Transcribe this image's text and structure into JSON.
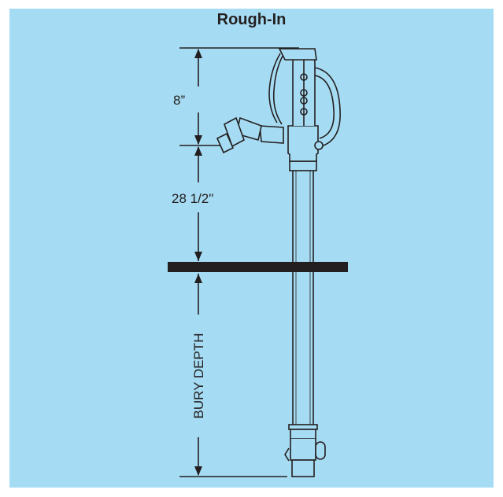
{
  "title": "Rough-In",
  "dimensions": {
    "top_height": "8”",
    "mid_height": "28 1/2\"",
    "bury_depth": "BURY DEPTH"
  },
  "colors": {
    "background": "#a6dcf3",
    "line": "#231f20"
  }
}
